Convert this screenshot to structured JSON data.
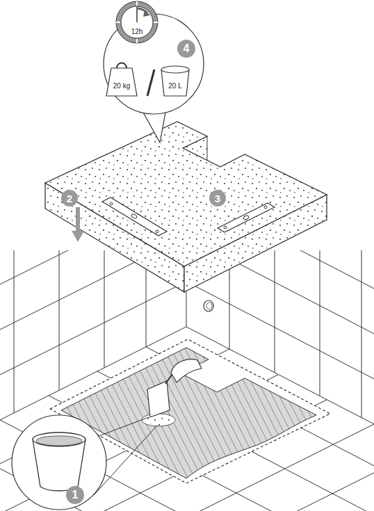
{
  "diagram": {
    "labels": [
      "12h",
      "4",
      "20 kg",
      "20 L",
      "2",
      "3",
      "1"
    ]
  }
}
